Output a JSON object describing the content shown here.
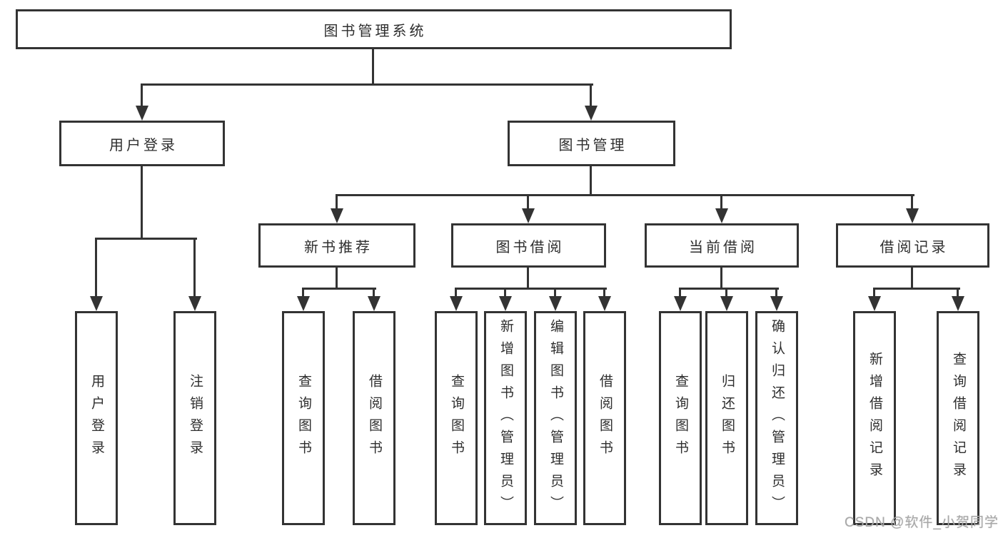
{
  "diagram": {
    "root": "图书管理系统",
    "level1": {
      "user_login": "用户登录",
      "book_mgmt": "图书管理"
    },
    "level2": {
      "new_book": "新书推荐",
      "book_borrow": "图书借阅",
      "current_borrow": "当前借阅",
      "borrow_record": "借阅记录"
    },
    "leaves": {
      "user_login": "用户登录",
      "logout": "注销登录",
      "query_book_new": "查询图书",
      "borrow_book_new": "借阅图书",
      "query_book_borrow": "查询图书",
      "add_book": "新增图书（管理员）",
      "edit_book": "编辑图书（管理员）",
      "borrow_book": "借阅图书",
      "query_book_current": "查询图书",
      "return_book": "归还图书",
      "confirm_return": "确认归还（管理员）",
      "add_borrow_record": "新增借阅记录",
      "query_borrow_record": "查询借阅记录"
    }
  },
  "watermark": "CSDN @软件_小贺同学",
  "colors": {
    "line": "#333333",
    "text": "#2e2e2e",
    "watermark": "#a8a8a8",
    "background": "#ffffff"
  }
}
